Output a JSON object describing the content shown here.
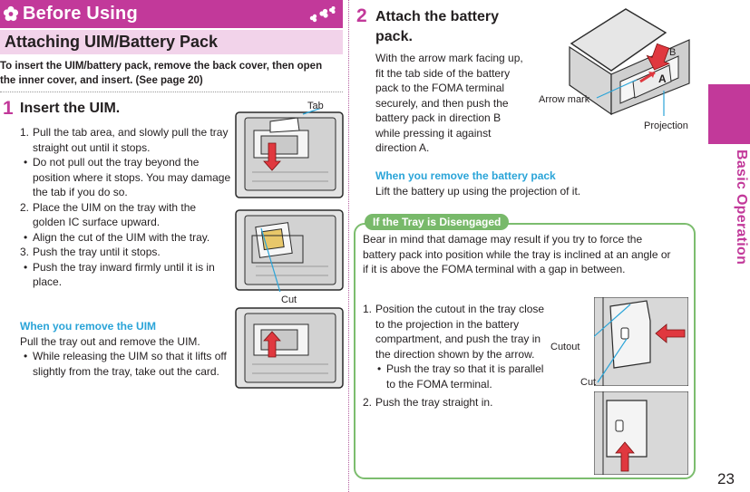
{
  "header": {
    "title": "Before Using",
    "subtitle": "Attaching UIM/Battery Pack",
    "intro": "To insert the UIM/battery pack, remove the back cover, then open the inner cover, and insert. (See page 20)"
  },
  "step1": {
    "number": "1",
    "title": "Insert the UIM.",
    "items": [
      {
        "mark": "1.",
        "text": "Pull the tab area, and slowly pull the tray straight out until it stops."
      },
      {
        "mark": "•",
        "text": "Do not pull out the tray beyond the position where it stops. You may damage the tab if you do so."
      },
      {
        "mark": "2.",
        "text": "Place the UIM on the tray with the golden IC surface upward."
      },
      {
        "mark": "•",
        "text": "Align the cut of the UIM with the tray."
      },
      {
        "mark": "3.",
        "text": "Push the tray until it stops."
      },
      {
        "mark": "•",
        "text": "Push the tray inward firmly until it is in place."
      }
    ],
    "remove_heading": "When you remove the UIM",
    "remove_text": "Pull the tray out and remove the UIM.",
    "remove_bullet": {
      "mark": "•",
      "text": "While releasing the UIM so that it lifts off slightly from the tray, take out the card."
    },
    "fig_labels": {
      "tab": "Tab",
      "cut": "Cut"
    }
  },
  "step2": {
    "number": "2",
    "title_line1": "Attach the battery",
    "title_line2": "pack.",
    "text": "With the arrow mark facing up, fit the tab side of the battery pack to the FOMA terminal securely, and then push the battery pack in direction B while pressing it against direction A.",
    "remove_heading": "When you remove the battery pack",
    "remove_text": "Lift the battery up using the projection of it.",
    "fig_labels": {
      "b": "B",
      "a": "A",
      "arrow_mark": "Arrow mark",
      "projection": "Projection"
    }
  },
  "disengaged": {
    "tag": "If the Tray is Disengaged",
    "intro": "Bear in mind that damage may result if you try to force the battery pack into position while the tray is inclined at an angle or if it is above the FOMA terminal with a gap in between.",
    "items": [
      {
        "mark": "1.",
        "text": "Position the cutout in the tray close to the projection in the battery compartment, and push the tray in the direction shown by the arrow."
      },
      {
        "mark": "•",
        "text": "Push the tray so that it is parallel to the FOMA terminal."
      },
      {
        "mark": "2.",
        "text": "Push the tray straight in."
      }
    ],
    "fig_labels": {
      "cutout": "Cutout",
      "cut": "Cut"
    }
  },
  "side_tab": "Basic Operation",
  "page_number": "23",
  "colors": {
    "accent": "#c2399a",
    "accent_light": "#f2d3ea",
    "cyan": "#2aa4d8",
    "green": "#78b96a",
    "arrow_red": "#e0383f"
  }
}
